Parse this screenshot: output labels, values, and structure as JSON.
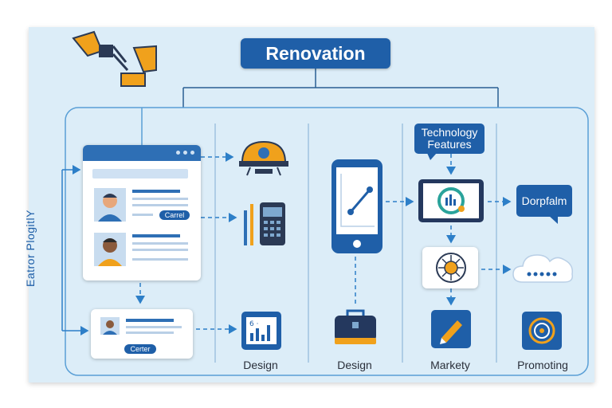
{
  "title": "Renovation",
  "side_label": "Eatror PlogitlY",
  "tech_box": {
    "line1": "Technology",
    "line2": "Features"
  },
  "platform_box": "Dorpfalm",
  "col_labels": [
    "Design",
    "Design",
    "Markety",
    "Promoting"
  ],
  "card_buttons": [
    "Carrel",
    "Certer"
  ],
  "colors": {
    "accent": "#1f5fa8",
    "orange": "#f0a11c",
    "panel": "#dcedf8"
  }
}
